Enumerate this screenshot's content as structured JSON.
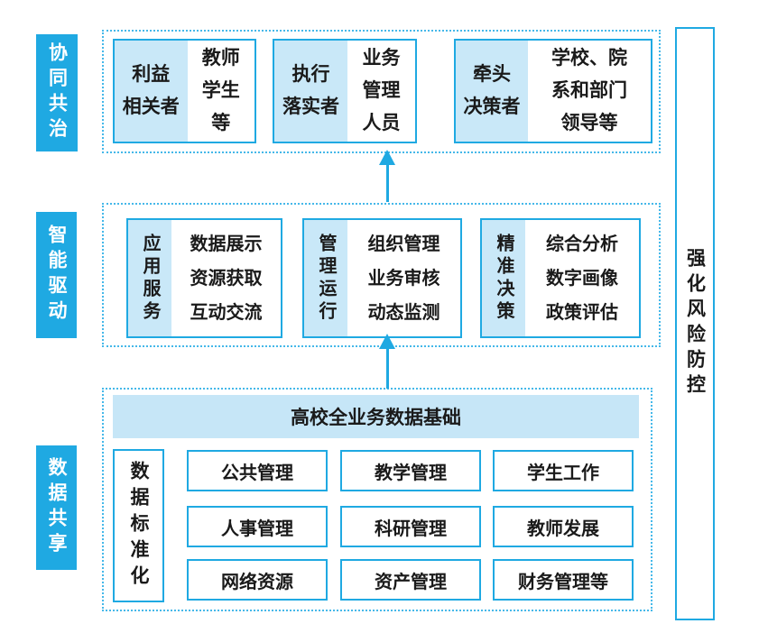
{
  "colors": {
    "accent": "#1fa9e2",
    "dots": "#45b8e9",
    "light_fill": "#c9e8f8",
    "header_fill": "#c6e6f7",
    "ink": "#1a1a1a",
    "label_ink": "#ffffff"
  },
  "side_labels": {
    "top": "协同共治",
    "middle": "智能驱动",
    "bottom": "数据共享"
  },
  "right_bar": {
    "label": "强化风险防控"
  },
  "top_layer": {
    "boxes": [
      {
        "role": "利益\n相关者",
        "detail": "教师\n学生\n等"
      },
      {
        "role": "执行\n落实者",
        "detail": "业务\n管理\n人员"
      },
      {
        "role": "牵头\n决策者",
        "detail": "学校、院\n系和部门\n领导等"
      }
    ]
  },
  "middle_layer": {
    "boxes": [
      {
        "role": "应用服务",
        "detail": "数据展示\n资源获取\n互动交流"
      },
      {
        "role": "管理运行",
        "detail": "组织管理\n业务审核\n动态监测"
      },
      {
        "role": "精准决策",
        "detail": "综合分析\n数字画像\n政策评估"
      }
    ]
  },
  "bottom_layer": {
    "header": "高校全业务数据基础",
    "standard_label": "数据标准化",
    "cells": [
      "公共管理",
      "教学管理",
      "学生工作",
      "人事管理",
      "科研管理",
      "教师发展",
      "网络资源",
      "资产管理",
      "财务管理等"
    ]
  }
}
